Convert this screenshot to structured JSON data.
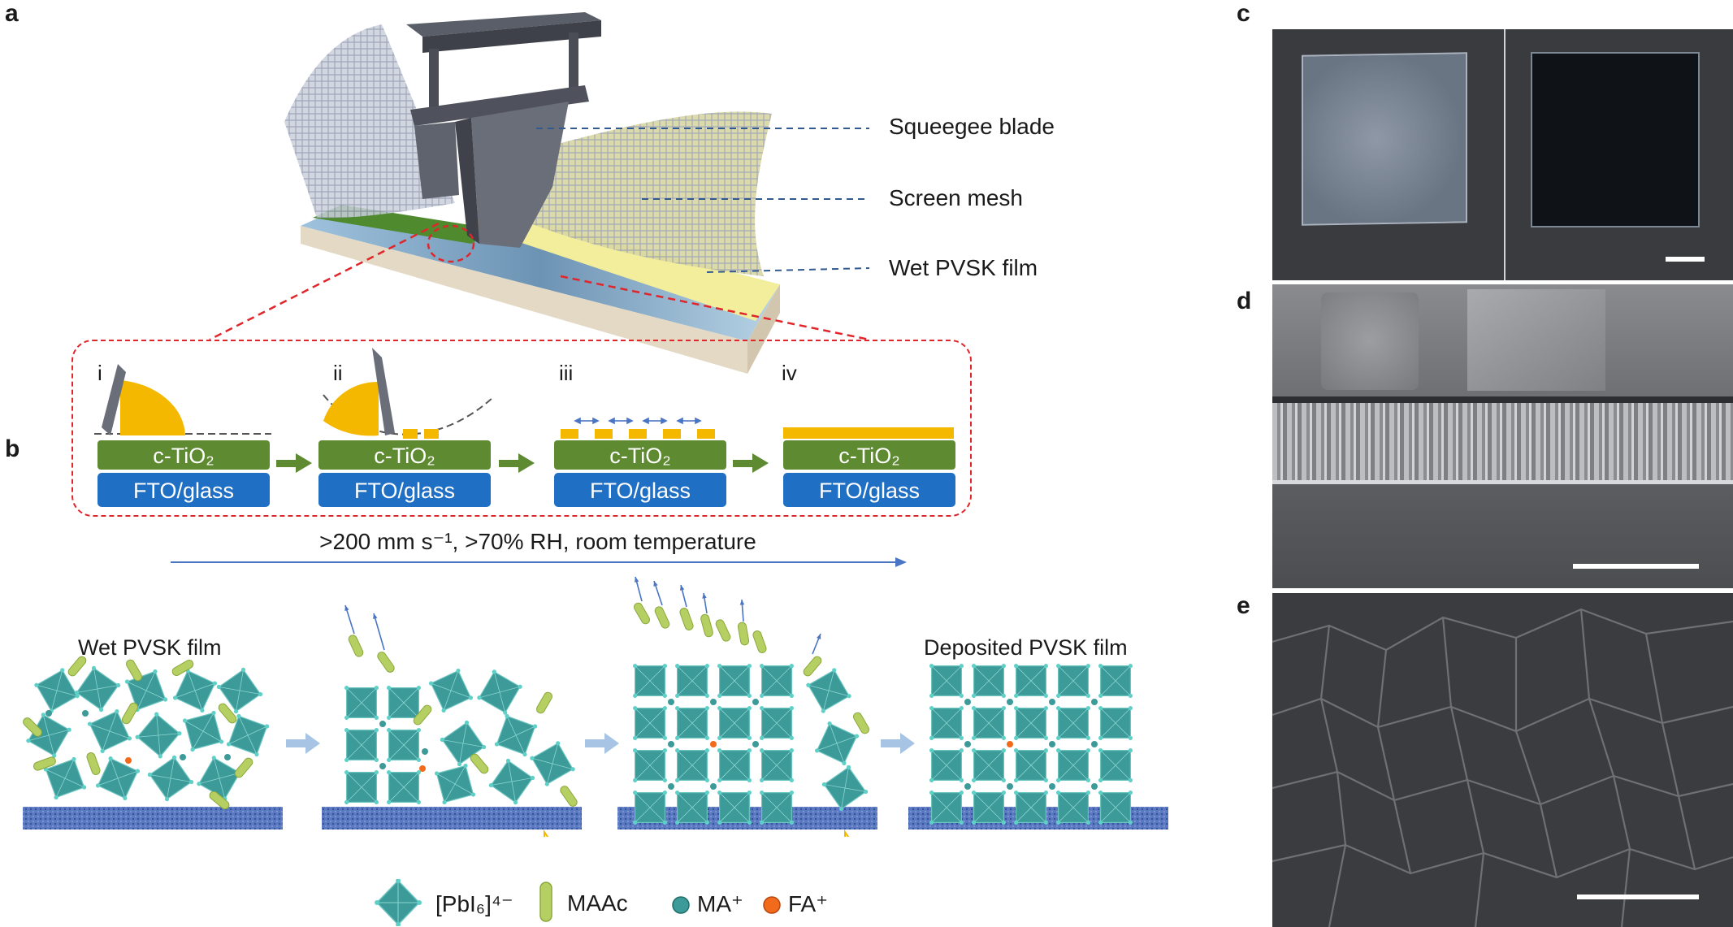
{
  "panel_labels": {
    "a": "a",
    "b": "b",
    "c": "c",
    "d": "d",
    "e": "e"
  },
  "panel_a": {
    "callouts": {
      "blade": "Squeegee blade",
      "mesh": "Screen mesh",
      "wet_film": "Wet PVSK film"
    },
    "steps": [
      {
        "numeral": "i",
        "top_layer": "c-TiO₂",
        "bottom_layer": "FTO/glass"
      },
      {
        "numeral": "ii",
        "top_layer": "c-TiO₂",
        "bottom_layer": "FTO/glass"
      },
      {
        "numeral": "iii",
        "top_layer": "c-TiO₂",
        "bottom_layer": "FTO/glass"
      },
      {
        "numeral": "iv",
        "top_layer": "c-TiO₂",
        "bottom_layer": "FTO/glass"
      }
    ],
    "conditions": ">200 mm s⁻¹, >70% RH, room temperature"
  },
  "panel_b": {
    "stage_labels": {
      "first": "Wet PVSK film",
      "last": "Deposited PVSK film"
    },
    "legend": {
      "octahedron": "[PbI₆]⁴⁻",
      "maac": "MAAc",
      "ma": "MA⁺",
      "fa": "FA⁺"
    }
  },
  "colors": {
    "tio2_green": "#5e8a32",
    "fto_blue": "#1f6fc4",
    "pvsk_yellow": "#f5b800",
    "octahedron_teal": "#3c9a98",
    "maac_green": "#b5cf62",
    "fa_orange": "#f26a1b",
    "arrow_blue": "#4a74c4",
    "substrate_blue": "#4f6fb8",
    "frame_red": "#e0262a"
  }
}
